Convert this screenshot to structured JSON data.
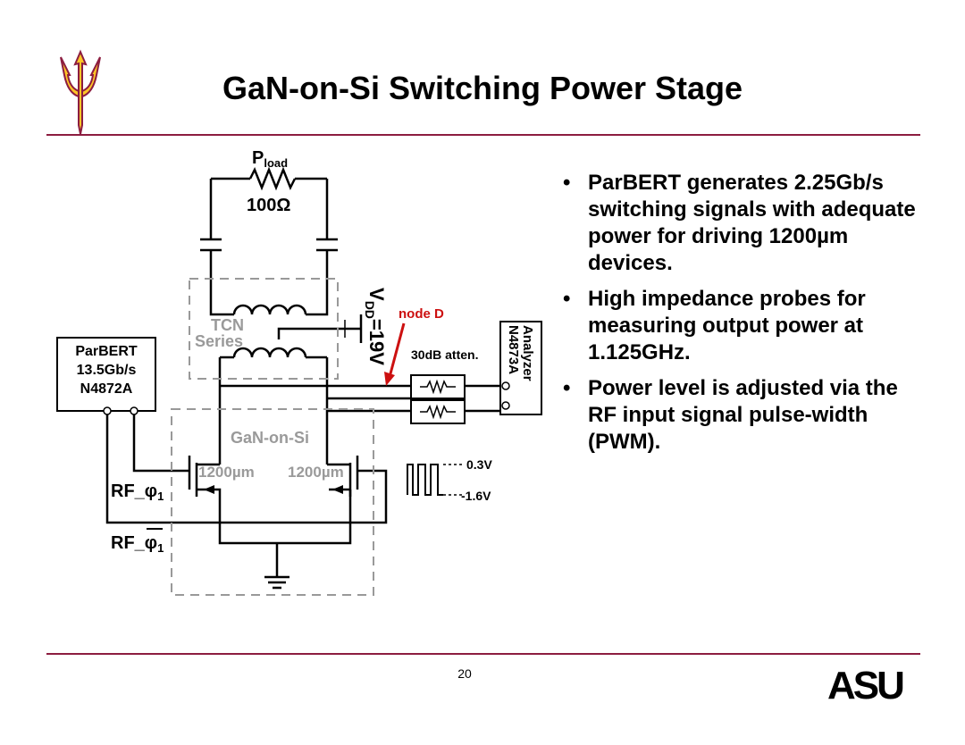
{
  "slide": {
    "title": "GaN-on-Si Switching Power Stage",
    "page_number": "20",
    "logo_text": "ASU"
  },
  "bullets": [
    {
      "text": "ParBERT generates 2.25Gb/s switching signals with adequate power for driving 1200µm devices."
    },
    {
      "text": "High impedance probes for measuring output power at 1.125GHz."
    },
    {
      "text": "Power level is adjusted via the RF input signal pulse-width (PWM)."
    }
  ],
  "circuit": {
    "pload_main": "P",
    "pload_sub": "load",
    "resistor_value": "100Ω",
    "tcn_label_1": "TCN",
    "tcn_label_2": "Series",
    "vdd_main": "V",
    "vdd_sub": "DD",
    "vdd_value": "=19V",
    "node_label": "node D",
    "atten_label": "30dB atten.",
    "analyzer_label_1": "Analyzer",
    "analyzer_label_2": "N4873A",
    "parbert_label_1": "ParBERT",
    "parbert_label_2": "13.5Gb/s",
    "parbert_label_3": "N4872A",
    "gan_label": "GaN-on-Si",
    "left_device": "1200µm",
    "right_device": "1200µm",
    "rf_main": "RF_",
    "rf_phi": "φ",
    "rf_sub": "1",
    "pulse_high": "0.3V",
    "pulse_low": "-1.6V"
  },
  "colors": {
    "accent": "#8c1d40",
    "gold": "#ffc627",
    "arrow": "#cc1010",
    "dashed_box": "#999999"
  }
}
